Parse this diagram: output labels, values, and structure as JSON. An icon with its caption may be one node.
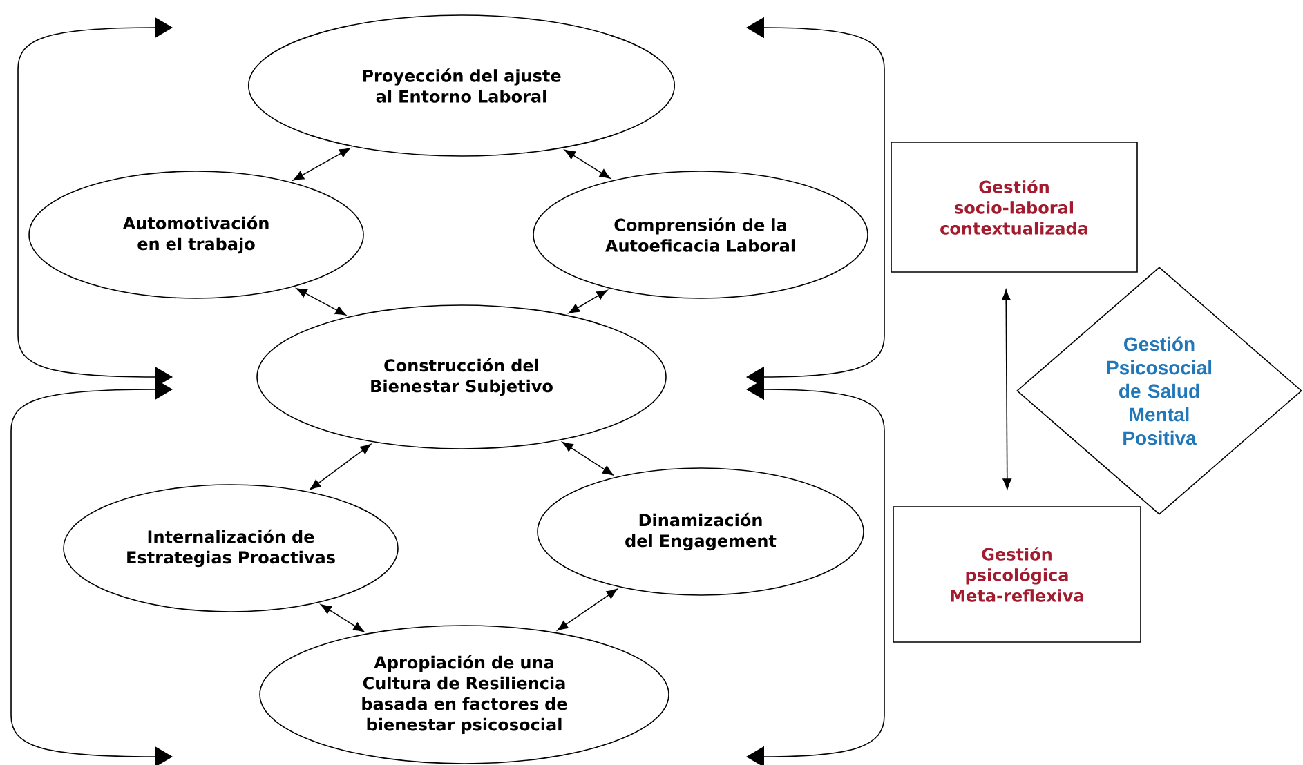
{
  "diagram": {
    "nodes": [
      {
        "text": [
          "Proyección del ajuste al Entorno Laboral"
        ]
      },
      {
        "text": [
          "Automotivación en el trabajo"
        ]
      },
      {
        "text": [
          "Comprensión de la Autoeficacia Laboral"
        ]
      },
      {
        "text": [
          "Construcción del Bienestar Subjetivo"
        ]
      },
      {
        "text": [
          "Internalización de Estrategias Proactivas"
        ]
      },
      {
        "text": [
          "Dinamización del Engagement"
        ]
      },
      {
        "text": [
          "Apropiación de una Cultura de Resiliencia basada en factores de bienestar psicosocial"
        ]
      },
      {
        "text": [
          "Gestión socio-laboral contextualizada"
        ]
      },
      {
        "text": [
          "Gestión Psicosocial de Salud Mental Positiva"
        ]
      },
      {
        "text": [
          "Gestión psicológica Meta-reflexiva"
        ]
      }
    ],
    "edges": [
      {
        "from": 0,
        "to": 1,
        "arrow": "both"
      },
      {
        "from": 0,
        "to": 2,
        "arrow": "both"
      },
      {
        "from": 1,
        "to": 3,
        "arrow": "both"
      },
      {
        "from": 2,
        "to": 3,
        "arrow": "both"
      },
      {
        "from": 3,
        "to": 4,
        "arrow": "both"
      },
      {
        "from": 3,
        "to": 5,
        "arrow": "both"
      },
      {
        "from": 4,
        "to": 6,
        "arrow": "both"
      },
      {
        "from": 5,
        "to": 6,
        "arrow": "both"
      },
      {
        "from": 7,
        "to": 9,
        "arrow": "both"
      }
    ]
  }
}
